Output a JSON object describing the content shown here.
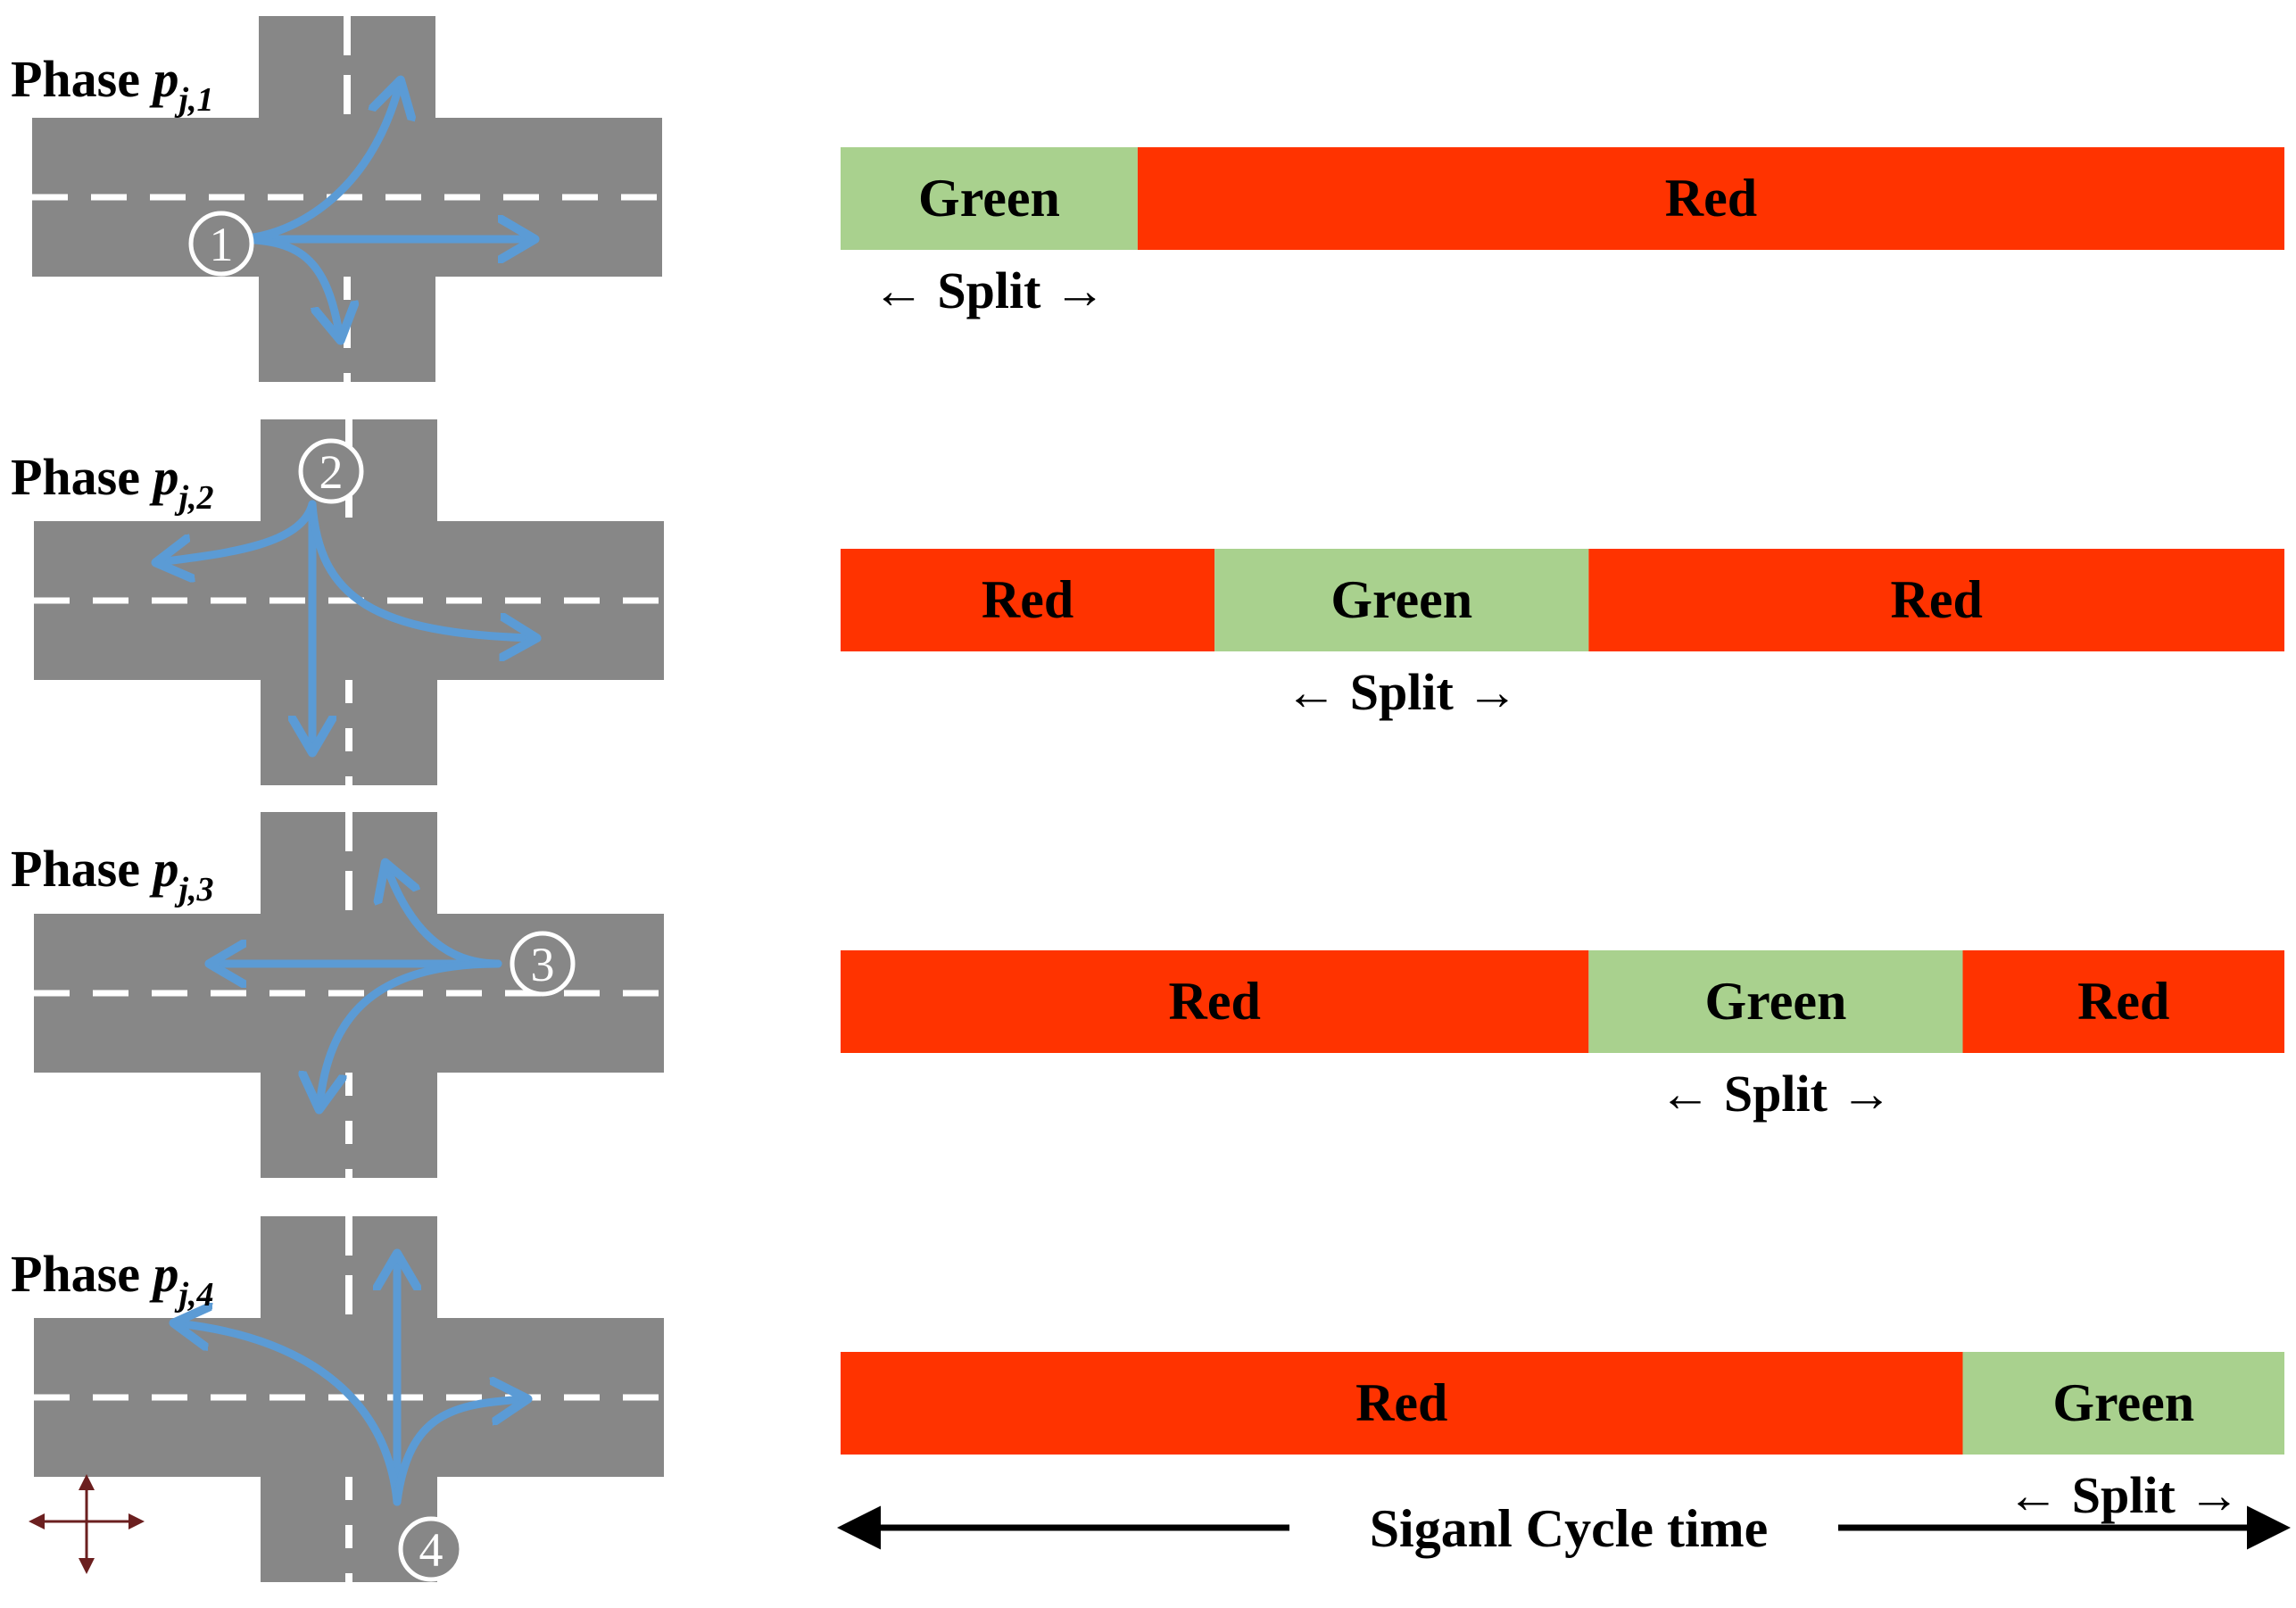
{
  "phases": [
    {
      "label": "Phase",
      "symbol": "p",
      "subscript": "j,1",
      "movement_number": "1",
      "segments": [
        {
          "state": "green",
          "label": "Green",
          "duration": 1
        },
        {
          "state": "red",
          "label": "Red",
          "duration": 3.86
        }
      ],
      "split_label": "← Split →"
    },
    {
      "label": "Phase",
      "symbol": "p",
      "subscript": "j,2",
      "movement_number": "2",
      "segments": [
        {
          "state": "red",
          "label": "Red",
          "duration": 1
        },
        {
          "state": "green",
          "label": "Green",
          "duration": 1
        },
        {
          "state": "red",
          "label": "Red",
          "duration": 1.86
        }
      ],
      "split_label": "← Split →"
    },
    {
      "label": "Phase",
      "symbol": "p",
      "subscript": "j,3",
      "movement_number": "3",
      "segments": [
        {
          "state": "red",
          "label": "Red",
          "duration": 2
        },
        {
          "state": "green",
          "label": "Green",
          "duration": 1
        },
        {
          "state": "red",
          "label": "Red",
          "duration": 0.86
        }
      ],
      "split_label": "← Split →"
    },
    {
      "label": "Phase",
      "symbol": "p",
      "subscript": "j,4",
      "movement_number": "4",
      "segments": [
        {
          "state": "red",
          "label": "Red",
          "duration": 3
        },
        {
          "state": "green",
          "label": "Green",
          "duration": 0.86
        }
      ],
      "split_label": "← Split →"
    }
  ],
  "cycle_label": "Siganl Cycle time",
  "colors": {
    "green": "#a9d18e",
    "red": "#ff3300",
    "road": "#878787",
    "lane_marking": "#ffffff",
    "movement_arrow": "#5b9bd5",
    "compass": "#6b1f1f"
  },
  "icons": {
    "compass": "four-way-compass-icon",
    "movement_marker": "circled-number-icon"
  }
}
